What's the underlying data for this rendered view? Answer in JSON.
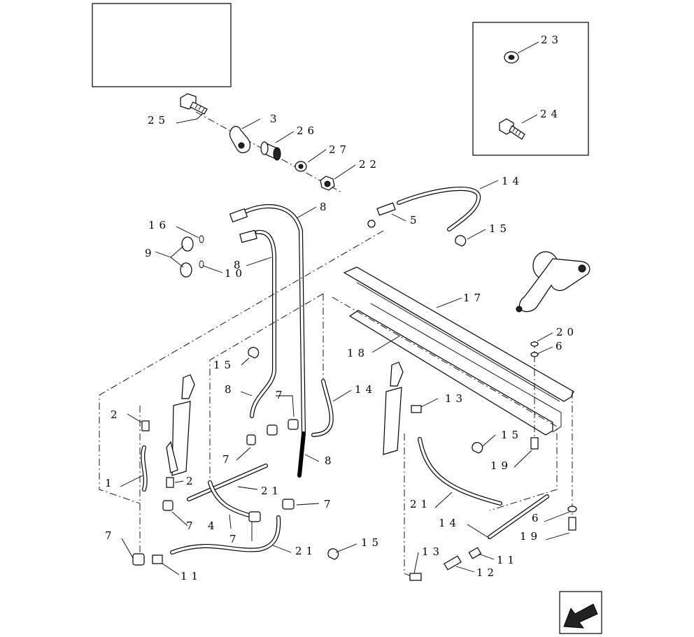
{
  "callouts": [
    {
      "id": "c25",
      "text": "25"
    },
    {
      "id": "c3",
      "text": "3"
    },
    {
      "id": "c26",
      "text": "26"
    },
    {
      "id": "c27",
      "text": "27"
    },
    {
      "id": "c22",
      "text": "22"
    },
    {
      "id": "c23",
      "text": "23"
    },
    {
      "id": "c24",
      "text": "24"
    },
    {
      "id": "c14a",
      "text": "14"
    },
    {
      "id": "c8a",
      "text": "8"
    },
    {
      "id": "c5",
      "text": "5"
    },
    {
      "id": "c16",
      "text": "16"
    },
    {
      "id": "c15a",
      "text": "15"
    },
    {
      "id": "c9",
      "text": "9"
    },
    {
      "id": "c10",
      "text": "10"
    },
    {
      "id": "c8b",
      "text": "8"
    },
    {
      "id": "c17",
      "text": "17"
    },
    {
      "id": "c20",
      "text": "20"
    },
    {
      "id": "c6a",
      "text": "6"
    },
    {
      "id": "c18",
      "text": "18"
    },
    {
      "id": "c15b",
      "text": "15"
    },
    {
      "id": "c8c",
      "text": "8"
    },
    {
      "id": "c7a",
      "text": "7"
    },
    {
      "id": "c14b",
      "text": "14"
    },
    {
      "id": "c13a",
      "text": "13"
    },
    {
      "id": "c2a",
      "text": "2"
    },
    {
      "id": "c15c",
      "text": "15"
    },
    {
      "id": "c19a",
      "text": "19"
    },
    {
      "id": "c7b",
      "text": "7"
    },
    {
      "id": "c8d",
      "text": "8"
    },
    {
      "id": "c1",
      "text": "1"
    },
    {
      "id": "c2b",
      "text": "2"
    },
    {
      "id": "c21a",
      "text": "21"
    },
    {
      "id": "c21b",
      "text": "21"
    },
    {
      "id": "c7c",
      "text": "7"
    },
    {
      "id": "c7d",
      "text": "7"
    },
    {
      "id": "c4",
      "text": "4"
    },
    {
      "id": "c7e",
      "text": "7"
    },
    {
      "id": "c14c",
      "text": "14"
    },
    {
      "id": "c6b",
      "text": "6"
    },
    {
      "id": "c19b",
      "text": "19"
    },
    {
      "id": "c7f",
      "text": "7"
    },
    {
      "id": "c15d",
      "text": "15"
    },
    {
      "id": "c21c",
      "text": "21"
    },
    {
      "id": "c13b",
      "text": "13"
    },
    {
      "id": "c11a",
      "text": "11"
    },
    {
      "id": "c11b",
      "text": "11"
    },
    {
      "id": "c12",
      "text": "12"
    }
  ]
}
